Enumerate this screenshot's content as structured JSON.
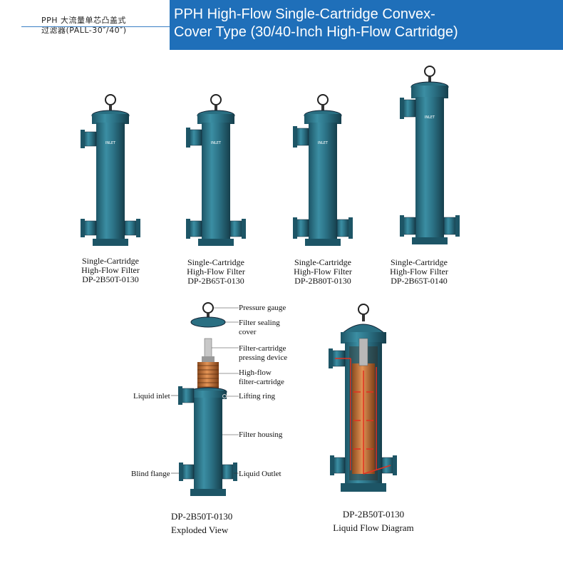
{
  "header": {
    "cn_title_line1": "PPH 大流量单芯凸盖式",
    "cn_title_line2": "过滤器(PALL-30″/40″)",
    "en_title_line1": "PPH High-Flow Single-Cartridge Convex-",
    "en_title_line2": "Cover Type (30/40-Inch High-Flow Cartridge)"
  },
  "colors": {
    "banner": "#1f6fb9",
    "housing": "#2a6f82",
    "cartridge": "#c8743a"
  },
  "products": [
    {
      "line1": "Single-Cartridge",
      "line2": "High-Flow Filter",
      "model": "DP-2B50T-0130"
    },
    {
      "line1": "Single-Cartridge",
      "line2": "High-Flow Filter",
      "model": "DP-2B65T-0130"
    },
    {
      "line1": "Single-Cartridge",
      "line2": "High-Flow Filter",
      "model": "DP-2B80T-0130"
    },
    {
      "line1": "Single-Cartridge",
      "line2": "High-Flow Filter",
      "model": "DP-2B65T-0140"
    }
  ],
  "filter_badge": "INLET",
  "exploded": {
    "labels": {
      "pressure_gauge": "Pressure gauge",
      "sealing_cover_1": "Filter sealing",
      "sealing_cover_2": "cover",
      "pressing_1": "Filter-cartridge",
      "pressing_2": "pressing device",
      "cartridge_1": "High-flow",
      "cartridge_2": "filter-cartridge",
      "liquid_inlet": "Liquid inlet",
      "lifting_ring": "Lifting ring",
      "filter_housing": "Filter housing",
      "blind_flange": "Blind flange",
      "liquid_outlet": "Liquid Outlet"
    },
    "caption_model": "DP-2B50T-0130",
    "caption_view": "Exploded View"
  },
  "flow": {
    "caption_model": "DP-2B50T-0130",
    "caption_view": "Liquid Flow Diagram"
  }
}
